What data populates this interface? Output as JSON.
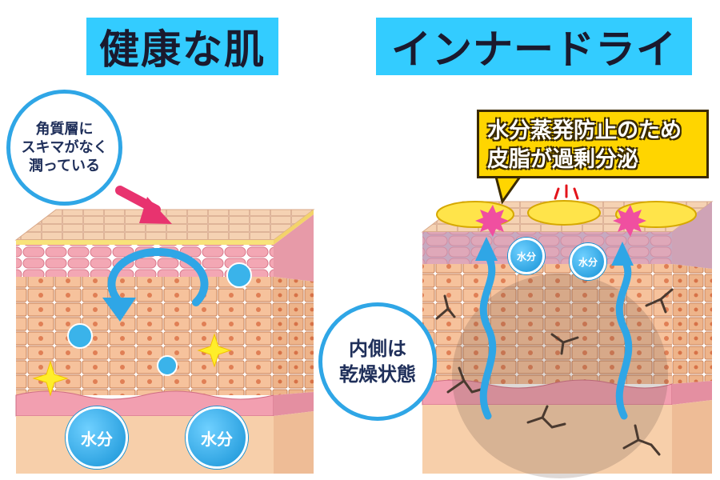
{
  "titles": {
    "left": "健康な肌",
    "right": "インナードライ"
  },
  "left_panel": {
    "callout_lines": [
      "角質層に",
      "スキマがなく",
      "潤っている"
    ],
    "water_label": "水分"
  },
  "right_panel": {
    "callout_lines": [
      "内側は",
      "乾燥状態"
    ],
    "sebum_lines": [
      "水分蒸発防止のため",
      "皮脂が過剰分泌"
    ],
    "water_label": "水分"
  },
  "colors": {
    "title_bg": "#33ccff",
    "callout_border": "#2fa6e6",
    "water": "#1592d6",
    "sebum": "#ffd500",
    "skin_top": "#f2c49a",
    "skin_cells": "#f6b98f",
    "dermis_pink": "#f2a3b2",
    "arrow_pink": "#e8336f"
  }
}
